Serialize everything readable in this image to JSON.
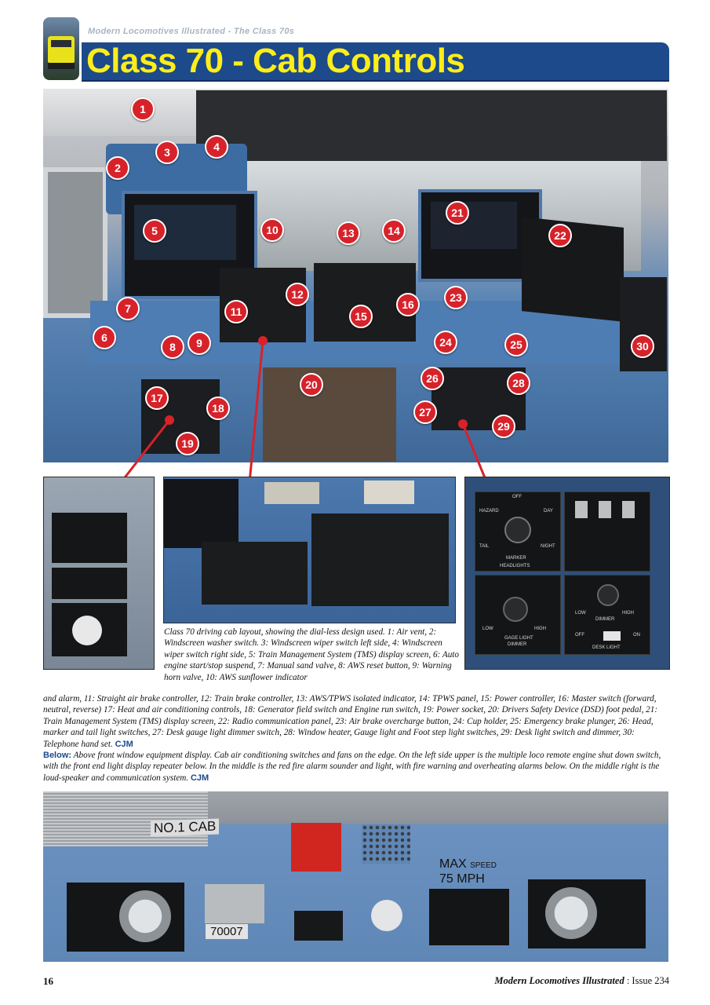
{
  "header": {
    "kicker": "Modern Locomotives Illustrated - The Class 70s",
    "title": "Class 70 - Cab Controls"
  },
  "markers": [
    "1",
    "2",
    "3",
    "4",
    "5",
    "6",
    "7",
    "8",
    "9",
    "10",
    "11",
    "12",
    "13",
    "14",
    "15",
    "16",
    "17",
    "18",
    "19",
    "20",
    "21",
    "22",
    "23",
    "24",
    "25",
    "26",
    "27",
    "28",
    "29",
    "30"
  ],
  "insets": {
    "right_labels": [
      "HAZARD",
      "OFF",
      "DAY",
      "TAIL",
      "NIGHT",
      "MARKER",
      "HEADLIGHTS",
      "LOW",
      "HIGH",
      "GAGE LIGHT",
      "DIMMER",
      "LOW",
      "HIGH",
      "DIMMER",
      "OFF",
      "ON",
      "DESK LIGHT"
    ]
  },
  "caption": {
    "part1": "Class 70 driving cab layout, showing the dial-less design used. 1: Air vent, 2: Windscreen washer switch. 3: Windscreen wiper switch left side, 4: Windscreen wiper switch right side,  5: Train Management System (TMS) display screen, 6: Auto engine start/stop suspend, 7: Manual sand valve, 8: AWS reset button, 9: Warning horn valve, 10: AWS sunflower indicator",
    "part2": "and alarm, 11: Straight air brake controller, 12: Train brake controller, 13: AWS/TPWS isolated indicator, 14: TPWS panel, 15: Power controller, 16: Master switch (forward, neutral, reverse) 17: Heat and air conditioning controls, 18: Generator field switch and Engine run switch, 19: Power socket, 20: Drivers Safety Device (DSD) foot pedal, 21: Train Management System (TMS) display screen, 22: Radio communication panel, 23: Air brake overcharge button, 24: Cup holder, 25: Emergency brake plunger, 26: Head, marker and tail light switches, 27: Desk gauge light dimmer switch, 28: Window heater, Gauge light and Foot step light switches, 29: Desk light switch and dimmer, 30: Telephone hand set.",
    "credit": "CJM"
  },
  "below": {
    "lead": "Below:",
    "text": "Above front window equipment display. Cab air conditioning switches and fans on the edge. On the left side upper is the multiple loco remote engine shut down switch, with the front end light display repeater below. In the middle is the red fire alarm sounder and light, with fire warning and overheating alarms below. On the middle right is the loud-speaker and communication system.",
    "credit": "CJM"
  },
  "bottom_photo": {
    "cab_tag": "NO.1 CAB",
    "loco_number": "70007",
    "max_speed_line1": "MAX",
    "max_speed_small": "SPEED",
    "max_speed_line2": "75 MPH"
  },
  "footer": {
    "page_number": "16",
    "magazine": "Modern Locomotives Illustrated",
    "issue": " : Issue 234"
  },
  "colors": {
    "title_bar": "#1c4a8a",
    "title_text": "#ffed1a",
    "marker_red": "#d7222a",
    "credit_blue": "#1c4a8a"
  }
}
